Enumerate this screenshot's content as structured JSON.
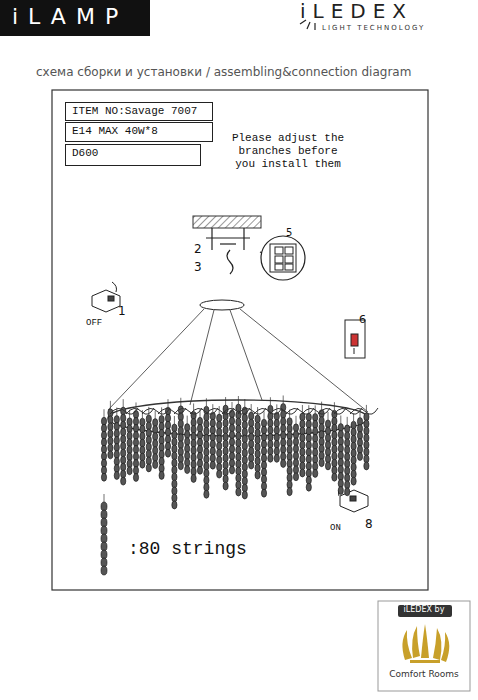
{
  "diagram": {
    "nodes": [
      {
        "text": [
          "ITEM NO:Savage 7007"
        ]
      },
      {
        "text": [
          "E14 MAX 40W*8"
        ]
      },
      {
        "text": [
          "D600"
        ]
      },
      {
        "text": [
          "iLEDEX by",
          "Comfort Rooms"
        ]
      }
    ],
    "labels": [
      "iLAMP",
      "iLEDEX",
      "LIGHT TECHNOLOGY",
      "схема сборки и установки / assembling&connection diagram",
      "Please adjust the branches before you install them",
      "2",
      "3",
      "5",
      "1",
      "OFF",
      "6",
      ":80 strings",
      "8",
      "ON"
    ]
  }
}
